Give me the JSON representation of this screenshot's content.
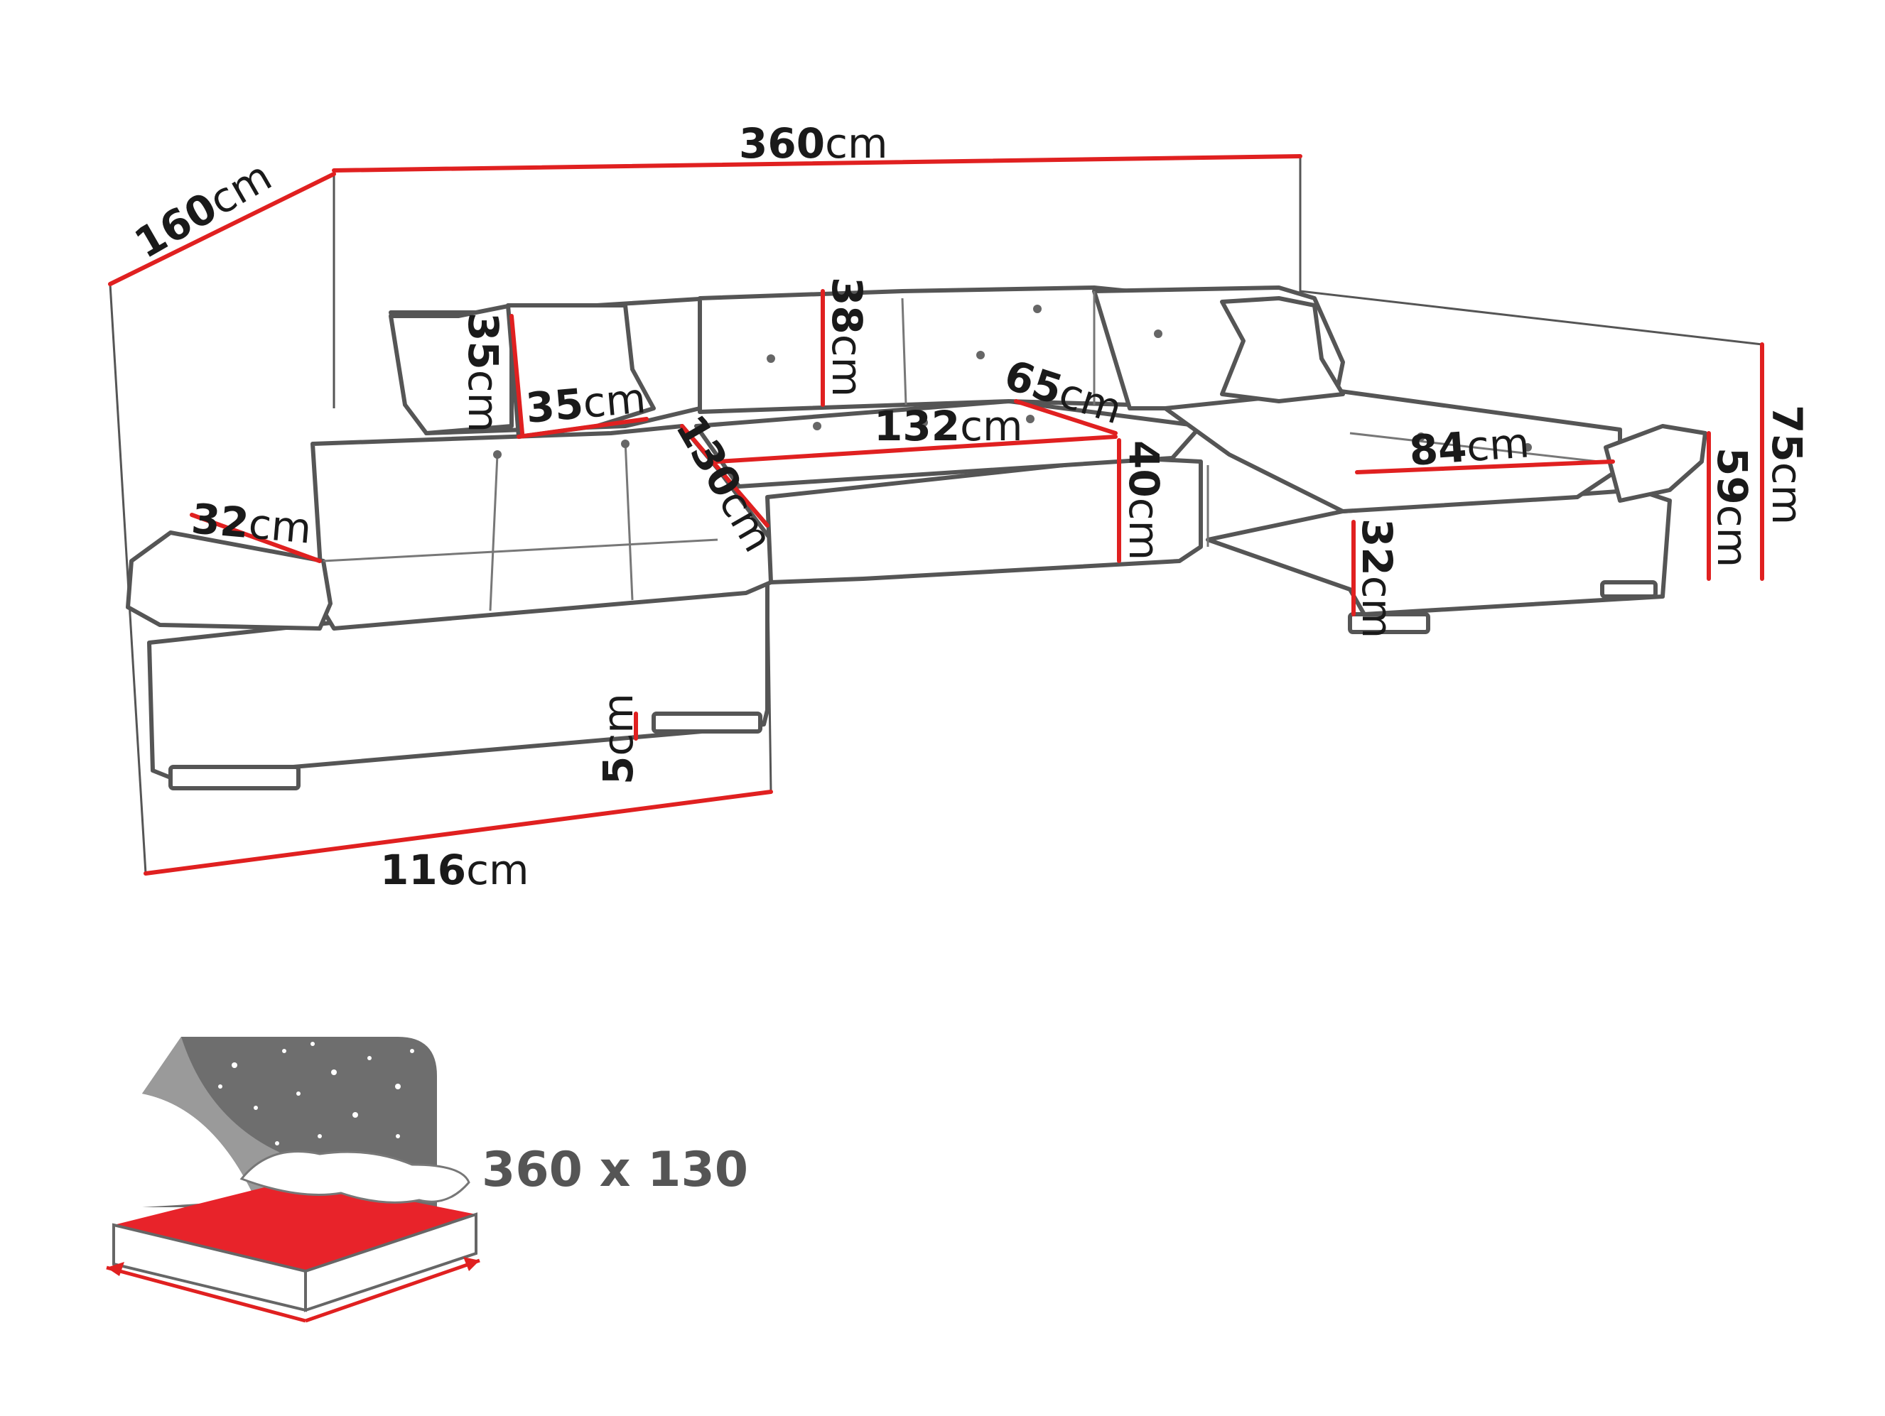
{
  "colors": {
    "dimension_line": "#e02020",
    "outline": "#555555",
    "bed_surface": "#e8232a",
    "bed_night_sky": "#6e6e6e"
  },
  "dimensions": {
    "total_width": {
      "value": "360",
      "unit": "cm"
    },
    "total_depth": {
      "value": "160",
      "unit": "cm"
    },
    "chaise_width": {
      "value": "116",
      "unit": "cm"
    },
    "pillow_height": {
      "value": "35",
      "unit": "cm"
    },
    "pillow_width": {
      "value": "35",
      "unit": "cm"
    },
    "backrest_height": {
      "value": "38",
      "unit": "cm"
    },
    "seat_width_middle": {
      "value": "132",
      "unit": "cm"
    },
    "chaise_length": {
      "value": "130",
      "unit": "cm"
    },
    "seat_depth": {
      "value": "65",
      "unit": "cm"
    },
    "seat_height": {
      "value": "40",
      "unit": "cm"
    },
    "armrest_width": {
      "value": "32",
      "unit": "cm"
    },
    "armrest_width_right": {
      "value": "84",
      "unit": "cm"
    },
    "armrest_height": {
      "value": "32",
      "unit": "cm"
    },
    "side_height": {
      "value": "59",
      "unit": "cm"
    },
    "total_height": {
      "value": "75",
      "unit": "cm"
    },
    "leg_height": {
      "value": "5",
      "unit": "cm"
    }
  },
  "sleeping_area": {
    "icon": "bed-with-night-sky-icon",
    "label": "360 x 130"
  }
}
